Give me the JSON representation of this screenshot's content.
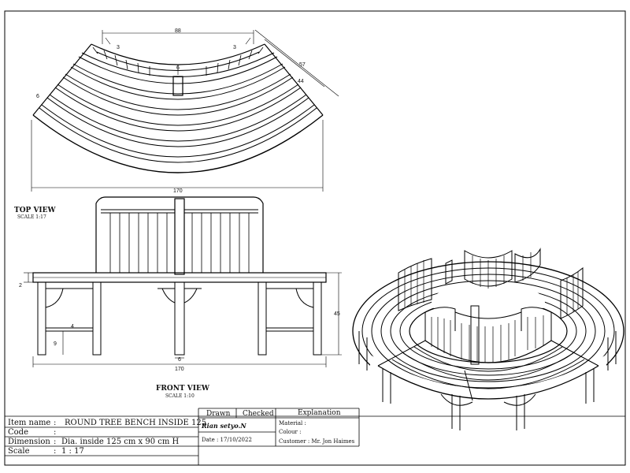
{
  "top_view": {
    "title": "TOP VIEW",
    "scale": "SCALE  1:17",
    "dims": {
      "top_width": "88",
      "outer_depth": "57",
      "inner_depth": "44",
      "total_width": "170",
      "gap_left": "3",
      "gap_right": "3",
      "center_gap": "6",
      "slat": "6"
    }
  },
  "front_view": {
    "title": "FRONT VIEW",
    "scale": "SCALE 1:10",
    "dims": {
      "seat_thick": "2",
      "stretcher": "4",
      "stretcher_height": "9",
      "center_leg": "6",
      "height": "45",
      "total_width": "170"
    }
  },
  "title_block": {
    "item_label": "Item name",
    "item_value": "ROUND TREE BENCH INSIDE 125",
    "code_label": "Code",
    "code_value": "",
    "dimension_label": "Dimension",
    "dimension_value": "Dia. inside 125 cm x 90 cm H",
    "scale_label": "Scale",
    "scale_value": "1 : 17",
    "drawn_header": "Drawn",
    "checked_header": "Checked",
    "explanation_header": "Explanation",
    "drawn_by": "Rian setyo.N",
    "date": "Date : 17/10/2022",
    "material": "Material :",
    "colour": "Colour  :",
    "customer": "Customer : Mr. Jon Haimes"
  }
}
